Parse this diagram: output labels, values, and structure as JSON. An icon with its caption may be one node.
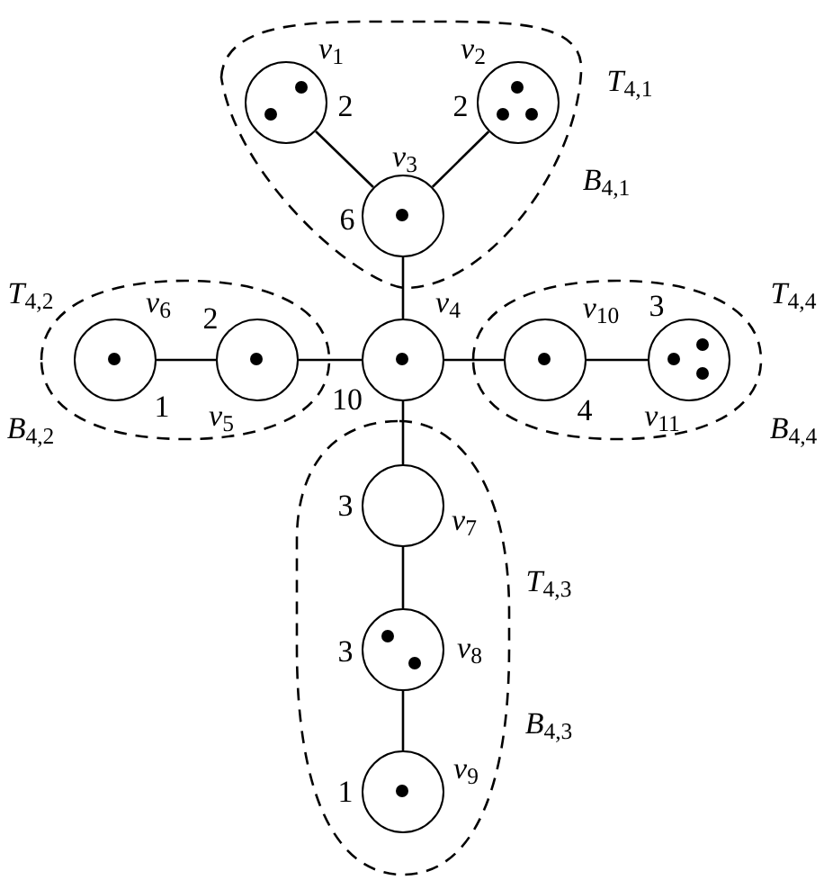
{
  "diagram": {
    "nodes": [
      {
        "text": [
          "*T*$_{4,1}$",
          "*B*$_{4,1}$"
        ]
      },
      {
        "text": [],
        "shape": "circle",
        "in": 0,
        "beside": [
          "*v*$_{1}$",
          "2"
        ]
      },
      {
        "text": [],
        "shape": "circle",
        "in": 0,
        "beside": [
          "*v*$_{2}$",
          "2"
        ]
      },
      {
        "text": [],
        "shape": "circle",
        "in": 0,
        "beside": [
          "*v*$_{3}$",
          "6"
        ]
      },
      {
        "text": [
          "*T*$_{4,2}$",
          "*B*$_{4,2}$"
        ]
      },
      {
        "text": [],
        "shape": "circle",
        "in": 4,
        "beside": [
          "*v*$_{6}$",
          "1"
        ]
      },
      {
        "text": [],
        "shape": "circle",
        "in": 4,
        "beside": [
          "*v*$_{5}$",
          "2"
        ]
      },
      {
        "text": [],
        "shape": "circle",
        "beside": [
          "*v*$_{4}$",
          "10"
        ]
      },
      {
        "text": [
          "*T*$_{4,4}$",
          "*B*$_{4,4}$"
        ]
      },
      {
        "text": [],
        "shape": "circle",
        "in": 8,
        "beside": [
          "*v*$_{10}$",
          "4"
        ]
      },
      {
        "text": [],
        "shape": "circle",
        "in": 8,
        "beside": [
          "*v*$_{11}$",
          "3"
        ]
      },
      {
        "text": [
          "*T*$_{4,3}$",
          "*B*$_{4,3}$"
        ]
      },
      {
        "text": [],
        "shape": "circle",
        "in": 11,
        "beside": [
          "*v*$_{7}$",
          "3"
        ]
      },
      {
        "text": [],
        "shape": "circle",
        "in": 11,
        "beside": [
          "*v*$_{8}$",
          "3"
        ]
      },
      {
        "text": [],
        "shape": "circle",
        "in": 11,
        "beside": [
          "*v*$_{9}$",
          "1"
        ]
      }
    ],
    "edges": [
      {
        "from": 1,
        "to": 3,
        "arrow": "none"
      },
      {
        "from": 2,
        "to": 3,
        "arrow": "none"
      },
      {
        "from": 3,
        "to": 7,
        "arrow": "none"
      },
      {
        "from": 5,
        "to": 6,
        "arrow": "none"
      },
      {
        "from": 6,
        "to": 7,
        "arrow": "none"
      },
      {
        "from": 7,
        "to": 9,
        "arrow": "none"
      },
      {
        "from": 9,
        "to": 10,
        "arrow": "none"
      },
      {
        "from": 7,
        "to": 12,
        "arrow": "none"
      },
      {
        "from": 12,
        "to": 13,
        "arrow": "none"
      },
      {
        "from": 13,
        "to": 14,
        "arrow": "none"
      }
    ]
  }
}
